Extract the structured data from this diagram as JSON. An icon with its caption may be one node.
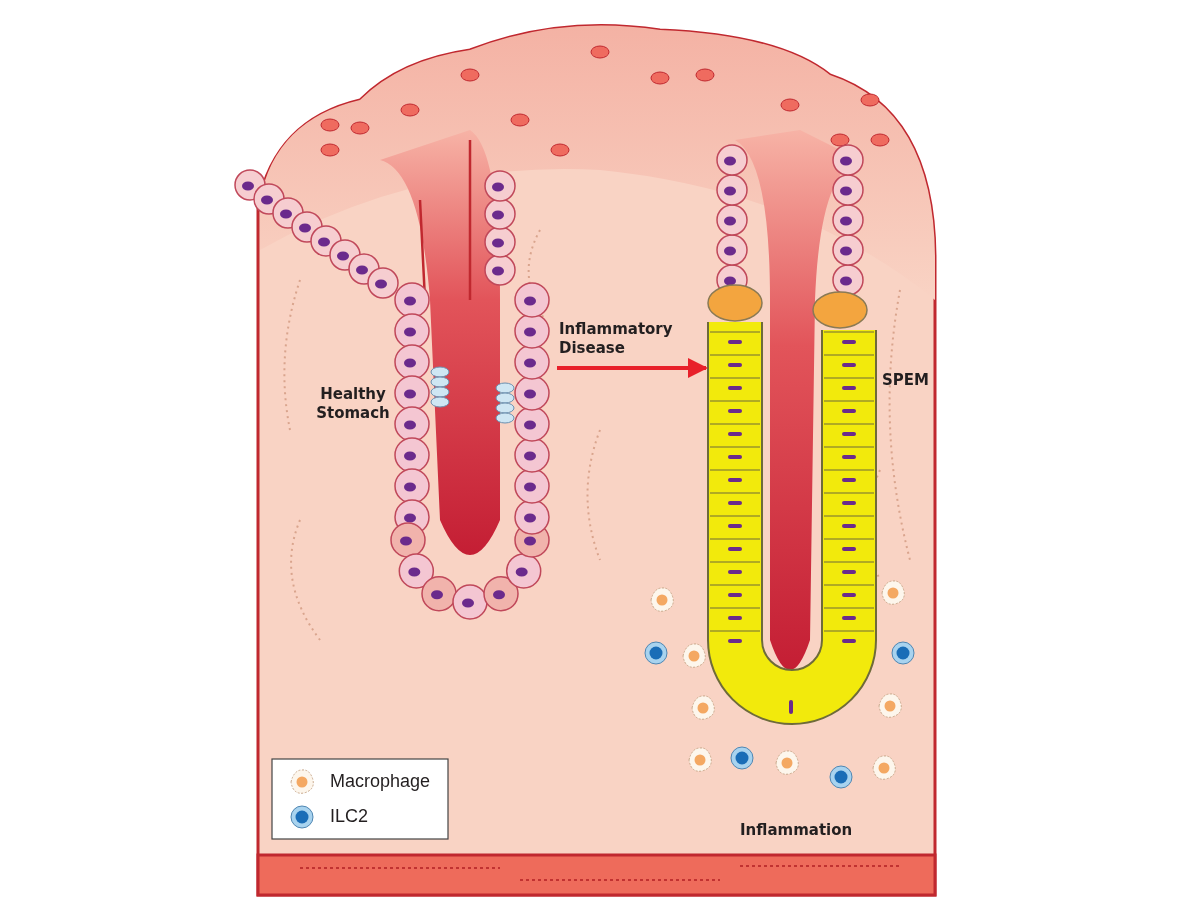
{
  "diagram": {
    "nodes": [
      {
        "text": [],
        "shape": "picture",
        "beside": [
          "Healthy Stomach"
        ]
      },
      {
        "text": [],
        "shape": "picture",
        "beside": [
          "SPEM"
        ]
      }
    ],
    "edges": [
      {
        "from": 0,
        "to": 1,
        "arrow": "to",
        "label": "Inflammatory Disease",
        "color": "#e8202a"
      }
    ],
    "labels": [
      "Inflammation"
    ],
    "legend": [
      {
        "text": "Macrophage"
      },
      {
        "text": "ILC2"
      }
    ]
  }
}
